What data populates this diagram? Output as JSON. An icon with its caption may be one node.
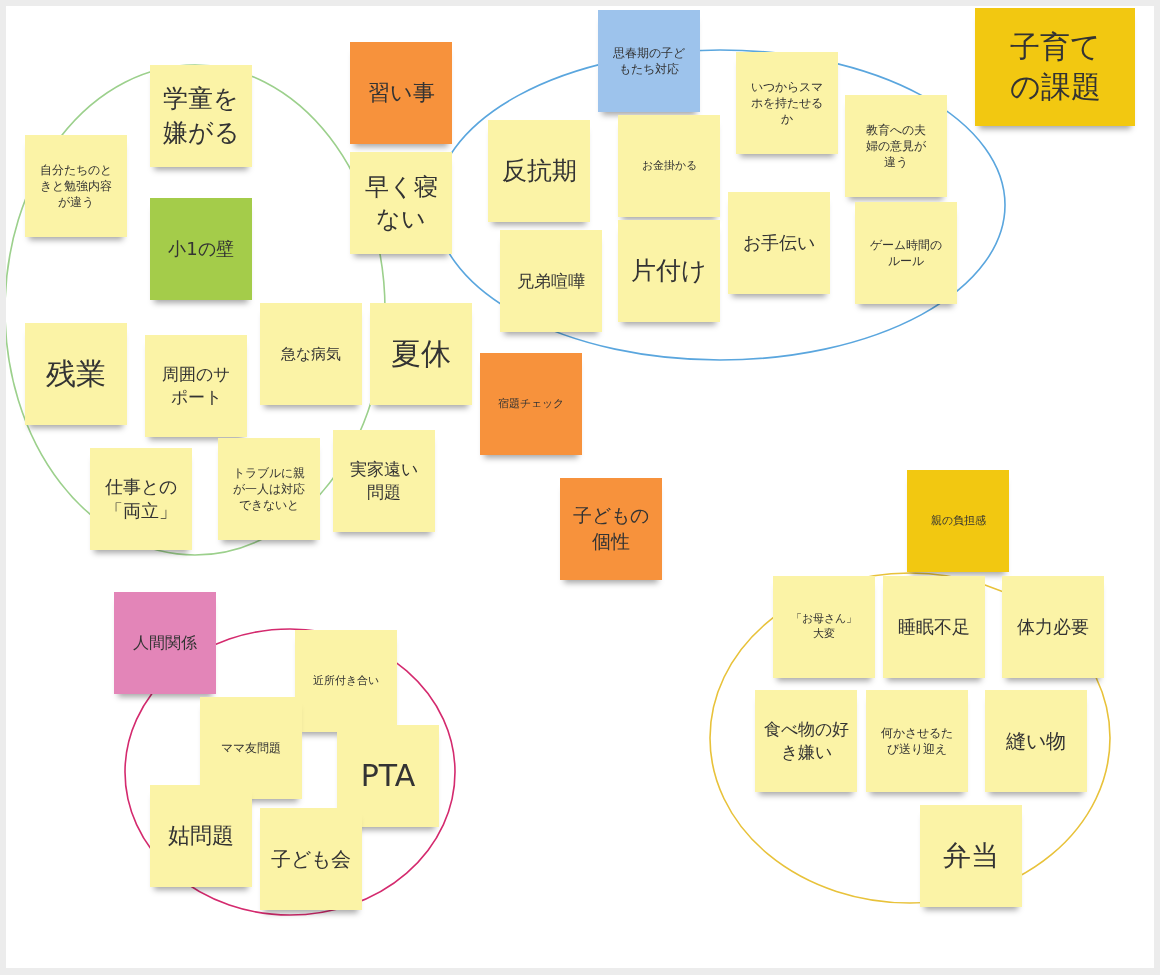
{
  "diagram": {
    "nodes": [
      {
        "text": [
          "子育ての課題"
        ]
      },
      {
        "text": [
          "習い事"
        ]
      },
      {
        "text": [
          "思春期の子どもたち対応"
        ]
      },
      {
        "text": [
          "いつからスマホを持たせるか"
        ]
      },
      {
        "text": [
          "学童を嫌がる"
        ]
      },
      {
        "text": [
          "教育への夫婦の意見が違う"
        ]
      },
      {
        "text": [
          "自分たちのときと勉強内容が違う"
        ]
      },
      {
        "text": [
          "反抗期"
        ]
      },
      {
        "text": [
          "お金掛かる"
        ]
      },
      {
        "text": [
          "早く寝ない"
        ]
      },
      {
        "text": [
          "小1の壁"
        ]
      },
      {
        "text": [
          "お手伝い"
        ]
      },
      {
        "text": [
          "ゲーム時間のルール"
        ]
      },
      {
        "text": [
          "兄弟喧嘩"
        ]
      },
      {
        "text": [
          "片付け"
        ]
      },
      {
        "text": [
          "急な病気"
        ]
      },
      {
        "text": [
          "夏休"
        ]
      },
      {
        "text": [
          "残業"
        ]
      },
      {
        "text": [
          "周囲のサポート"
        ]
      },
      {
        "text": [
          "宿題チェック"
        ]
      },
      {
        "text": [
          "実家遠い問題"
        ]
      },
      {
        "text": [
          "トラブルに親が一人は対応できないと"
        ]
      },
      {
        "text": [
          "仕事との「両立」"
        ]
      },
      {
        "text": [
          "子どもの個性"
        ]
      },
      {
        "text": [
          "親の負担感"
        ]
      },
      {
        "text": [
          "人間関係"
        ]
      },
      {
        "text": [
          "近所付き合い"
        ]
      },
      {
        "text": [
          "「お母さん」大変"
        ]
      },
      {
        "text": [
          "睡眠不足"
        ]
      },
      {
        "text": [
          "体力必要"
        ]
      },
      {
        "text": [
          "ママ友問題"
        ]
      },
      {
        "text": [
          "食べ物の好き嫌い"
        ]
      },
      {
        "text": [
          "何かさせるたび送り迎え"
        ]
      },
      {
        "text": [
          "縫い物"
        ]
      },
      {
        "text": [
          "PTA"
        ]
      },
      {
        "text": [
          "姑問題"
        ]
      },
      {
        "text": [
          "子ども会"
        ]
      },
      {
        "text": [
          "弁当"
        ]
      }
    ]
  }
}
